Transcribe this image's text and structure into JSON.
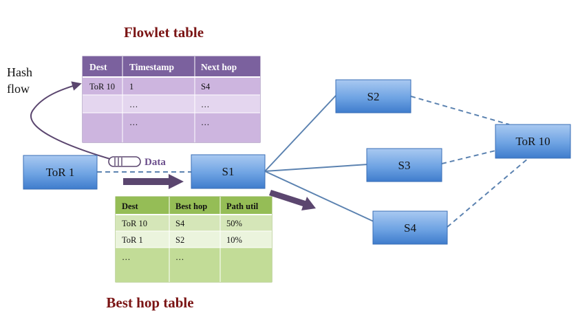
{
  "flowlet_table": {
    "title": "Flowlet table",
    "headers": [
      "Dest",
      "Timestamp",
      "Next hop"
    ],
    "rows": [
      [
        "ToR 10",
        "1",
        "S4"
      ],
      [
        "",
        "…",
        "…"
      ],
      [
        "",
        "…",
        "…"
      ]
    ]
  },
  "best_hop_table": {
    "title": "Best hop table",
    "headers": [
      "Dest",
      "Best hop",
      "Path util"
    ],
    "rows": [
      [
        "ToR 10",
        "S4",
        "50%"
      ],
      [
        "ToR 1",
        "S2",
        "10%"
      ],
      [
        "…",
        "…",
        ""
      ]
    ]
  },
  "hash_flow_label": {
    "line1": "Hash",
    "line2": "flow"
  },
  "packet_label": "Data",
  "nodes": {
    "tor1": "ToR 1",
    "s1": "S1",
    "s2": "S2",
    "s3": "S3",
    "s4": "S4",
    "tor10": "ToR 10"
  },
  "colors": {
    "title": "#7a1414",
    "flowlet_header": "#7b619e",
    "flowlet_row": "#cdb5df",
    "flowlet_row_alt": "#e4d6ef",
    "besthop_header": "#95bd56",
    "besthop_row": "#d5e6b8",
    "besthop_row_alt": "#ebf4dd",
    "node_fill": "#5a93d8",
    "link": "#5b82b0",
    "arrow": "#5b466f"
  }
}
